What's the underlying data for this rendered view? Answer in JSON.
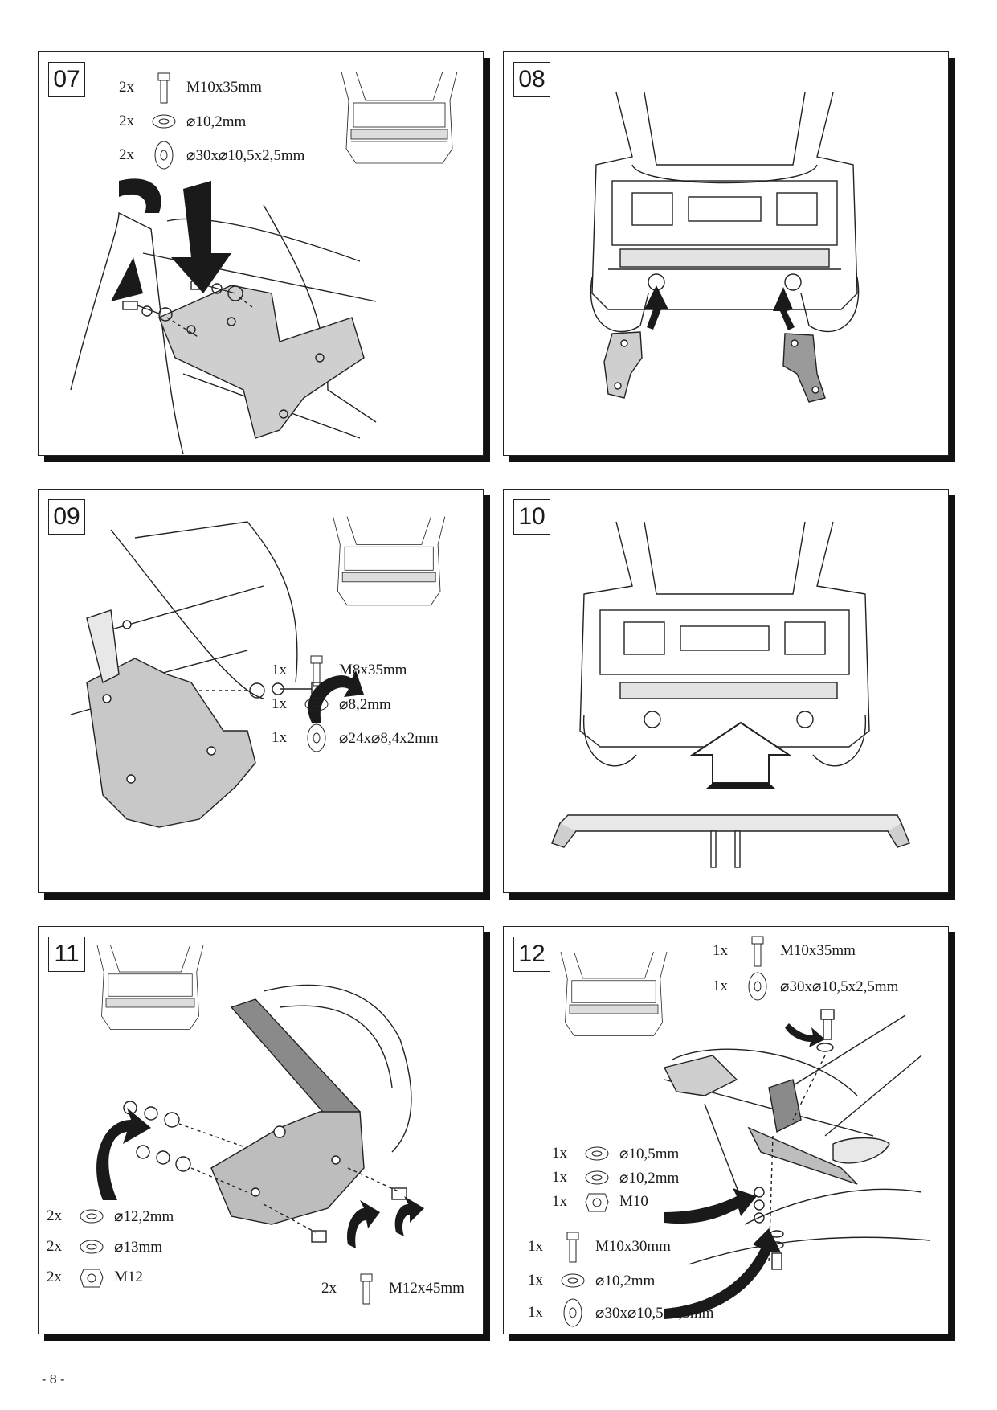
{
  "panels": [
    {
      "step": "07",
      "parts": [
        {
          "qty": "2x",
          "icon": "bolt-icon",
          "spec": "M10x35mm"
        },
        {
          "qty": "2x",
          "icon": "spring-washer-icon",
          "spec": "⌀10,2mm"
        },
        {
          "qty": "2x",
          "icon": "flat-washer-icon",
          "spec": "⌀30x⌀10,5x2,5mm"
        }
      ]
    },
    {
      "step": "08",
      "parts": []
    },
    {
      "step": "09",
      "parts": [
        {
          "qty": "1x",
          "icon": "bolt-icon",
          "spec": "M8x35mm"
        },
        {
          "qty": "1x",
          "icon": "spring-washer-icon",
          "spec": "⌀8,2mm"
        },
        {
          "qty": "1x",
          "icon": "flat-washer-icon",
          "spec": "⌀24x⌀8,4x2mm"
        }
      ]
    },
    {
      "step": "10",
      "parts": []
    },
    {
      "step": "11",
      "parts": [
        {
          "qty": "2x",
          "icon": "spring-washer-icon",
          "spec": "⌀12,2mm"
        },
        {
          "qty": "2x",
          "icon": "spring-washer-icon",
          "spec": "⌀13mm"
        },
        {
          "qty": "2x",
          "icon": "nut-icon",
          "spec": "M12"
        },
        {
          "qty": "2x",
          "icon": "bolt-icon",
          "spec": "M12x45mm"
        }
      ]
    },
    {
      "step": "12",
      "parts": [
        {
          "qty": "1x",
          "icon": "bolt-icon",
          "spec": "M10x35mm"
        },
        {
          "qty": "1x",
          "icon": "flat-washer-icon",
          "spec": "⌀30x⌀10,5x2,5mm"
        },
        {
          "qty": "1x",
          "icon": "spring-washer-icon",
          "spec": "⌀10,5mm"
        },
        {
          "qty": "1x",
          "icon": "spring-washer-icon",
          "spec": "⌀10,2mm"
        },
        {
          "qty": "1x",
          "icon": "nut-icon",
          "spec": "M10"
        },
        {
          "qty": "1x",
          "icon": "bolt-icon",
          "spec": "M10x30mm"
        },
        {
          "qty": "1x",
          "icon": "spring-washer-icon",
          "spec": "⌀10,2mm"
        },
        {
          "qty": "1x",
          "icon": "flat-washer-icon",
          "spec": "⌀30x⌀10,5x2,5mm"
        }
      ]
    }
  ],
  "footer": {
    "page_number": "- 8 -"
  }
}
